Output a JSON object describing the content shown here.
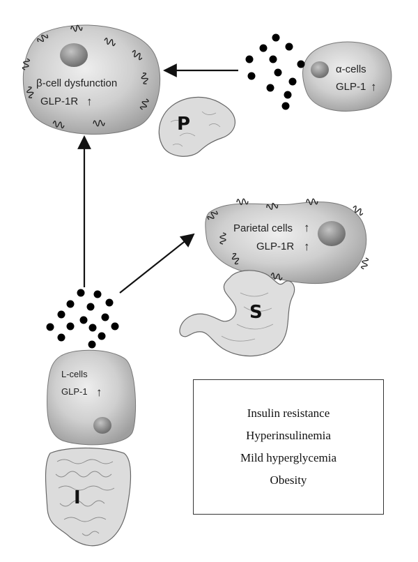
{
  "beta_cell": {
    "label": "β-cell dysfunction",
    "receptor_label": "GLP-1R",
    "receptor_arrow": "↑"
  },
  "alpha_cell": {
    "label": "α-cells",
    "hormone_label": "GLP-1",
    "hormone_arrow": "↑"
  },
  "parietal_cell": {
    "label": "Parietal cells",
    "label_arrow": "↑",
    "receptor_label": "GLP-1R",
    "receptor_arrow": "↑"
  },
  "l_cell": {
    "label": "L-cells",
    "hormone_label": "GLP-1",
    "hormone_arrow": "↑"
  },
  "organs": {
    "pancreas_letter": "P",
    "stomach_letter": "S",
    "intestine_letter": "I"
  },
  "conditions": [
    "Insulin resistance",
    "Hyperinsulinemia",
    "Mild hyperglycemia",
    "Obesity"
  ],
  "colors": {
    "cell_fill": "#c8c8c8",
    "nucleus_fill": "#8f8f8f",
    "dot_fill": "#000000",
    "organ_fill": "#dcdcdc"
  }
}
